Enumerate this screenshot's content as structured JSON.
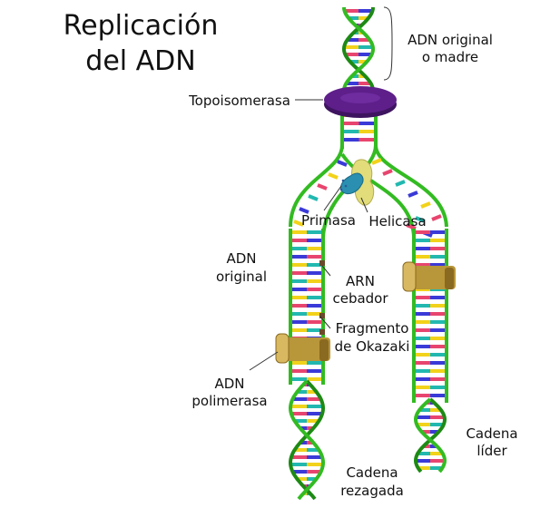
{
  "title": {
    "line1": "Replicación",
    "line2": "del ADN"
  },
  "labels": {
    "parent_dna": {
      "line1": "ADN original",
      "line2": "o madre"
    },
    "topoisomerase": "Topoisomerasa",
    "primase": "Primasa",
    "helicase": "Helicasa",
    "original_dna": {
      "line1": "ADN",
      "line2": "original"
    },
    "rna_primer": {
      "line1": "ARN",
      "line2": "cebador"
    },
    "okazaki": {
      "line1": "Fragmento",
      "line2": "de Okazaki"
    },
    "polymerase": {
      "line1": "ADN",
      "line2": "polimerasa"
    },
    "leading": {
      "line1": "Cadena",
      "line2": "líder"
    },
    "lagging": {
      "line1": "Cadena",
      "line2": "rezagada"
    }
  },
  "colors": {
    "backbone": "#33bb22",
    "backbone_dark": "#1d8a14",
    "base_blue": "#3a3ad8",
    "base_yellow": "#f2d21a",
    "base_pink": "#e8456e",
    "base_teal": "#22b8b0",
    "topoisomerase": "#5e1f8a",
    "polymerase": "#b8963a",
    "primase": "#2a8fb0",
    "helicase": "#e2dc7a",
    "primer": "#6b4a2a"
  },
  "icons": [
    "topoisomerase-ring",
    "primase-enzyme",
    "helicase-enzyme",
    "dna-polymerase-clamp"
  ]
}
